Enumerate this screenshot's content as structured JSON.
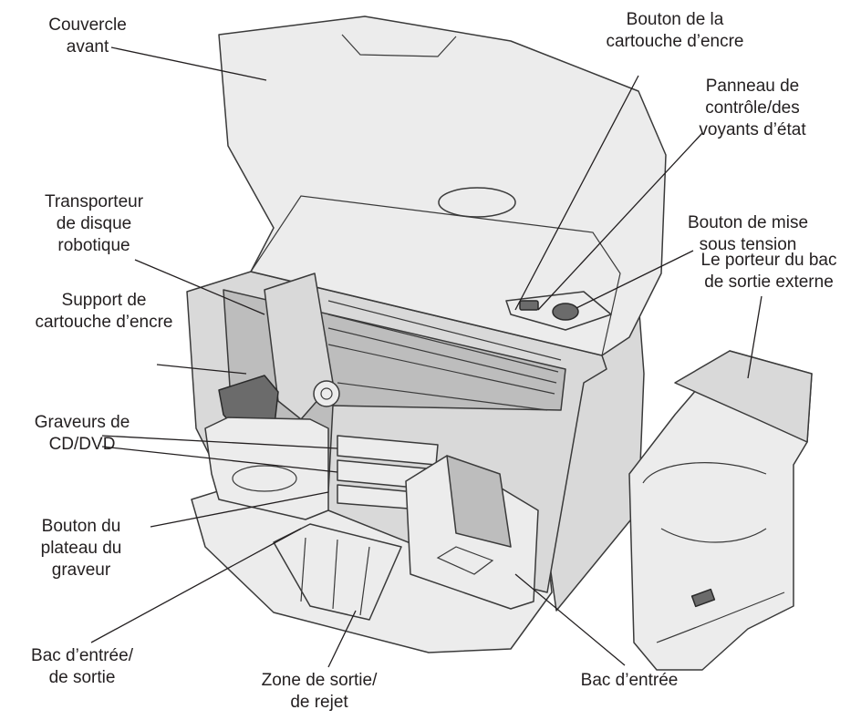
{
  "labels": {
    "front_cover": "Couvercle\navant",
    "ink_cartridge_button": "Bouton de la\ncartouche d’encre",
    "control_panel": "Panneau de\ncontrôle/des\nvoyants d’état",
    "power_button": "Bouton de mise\nsous tension",
    "robotic_transporter": "Transporteur\nde disque\nrobotique",
    "external_output_bin_holder": "Le porteur du bac\nde sortie externe",
    "ink_cartridge_holder": "Support de\ncartouche d’encre",
    "cd_dvd_recorders": "Graveurs de\nCD/DVD",
    "recorder_tray_button": "Bouton du\nplateau du\ngraveur",
    "input_output_bin": "Bac d’entrée/\nde sortie",
    "output_reject_area": "Zone de sortie/\nde rejet",
    "input_bin": "Bac d’entrée"
  },
  "colors": {
    "line": "#231f20",
    "body": "#d9d9d9",
    "light": "#ececec",
    "dark": "#6b6b6b"
  }
}
